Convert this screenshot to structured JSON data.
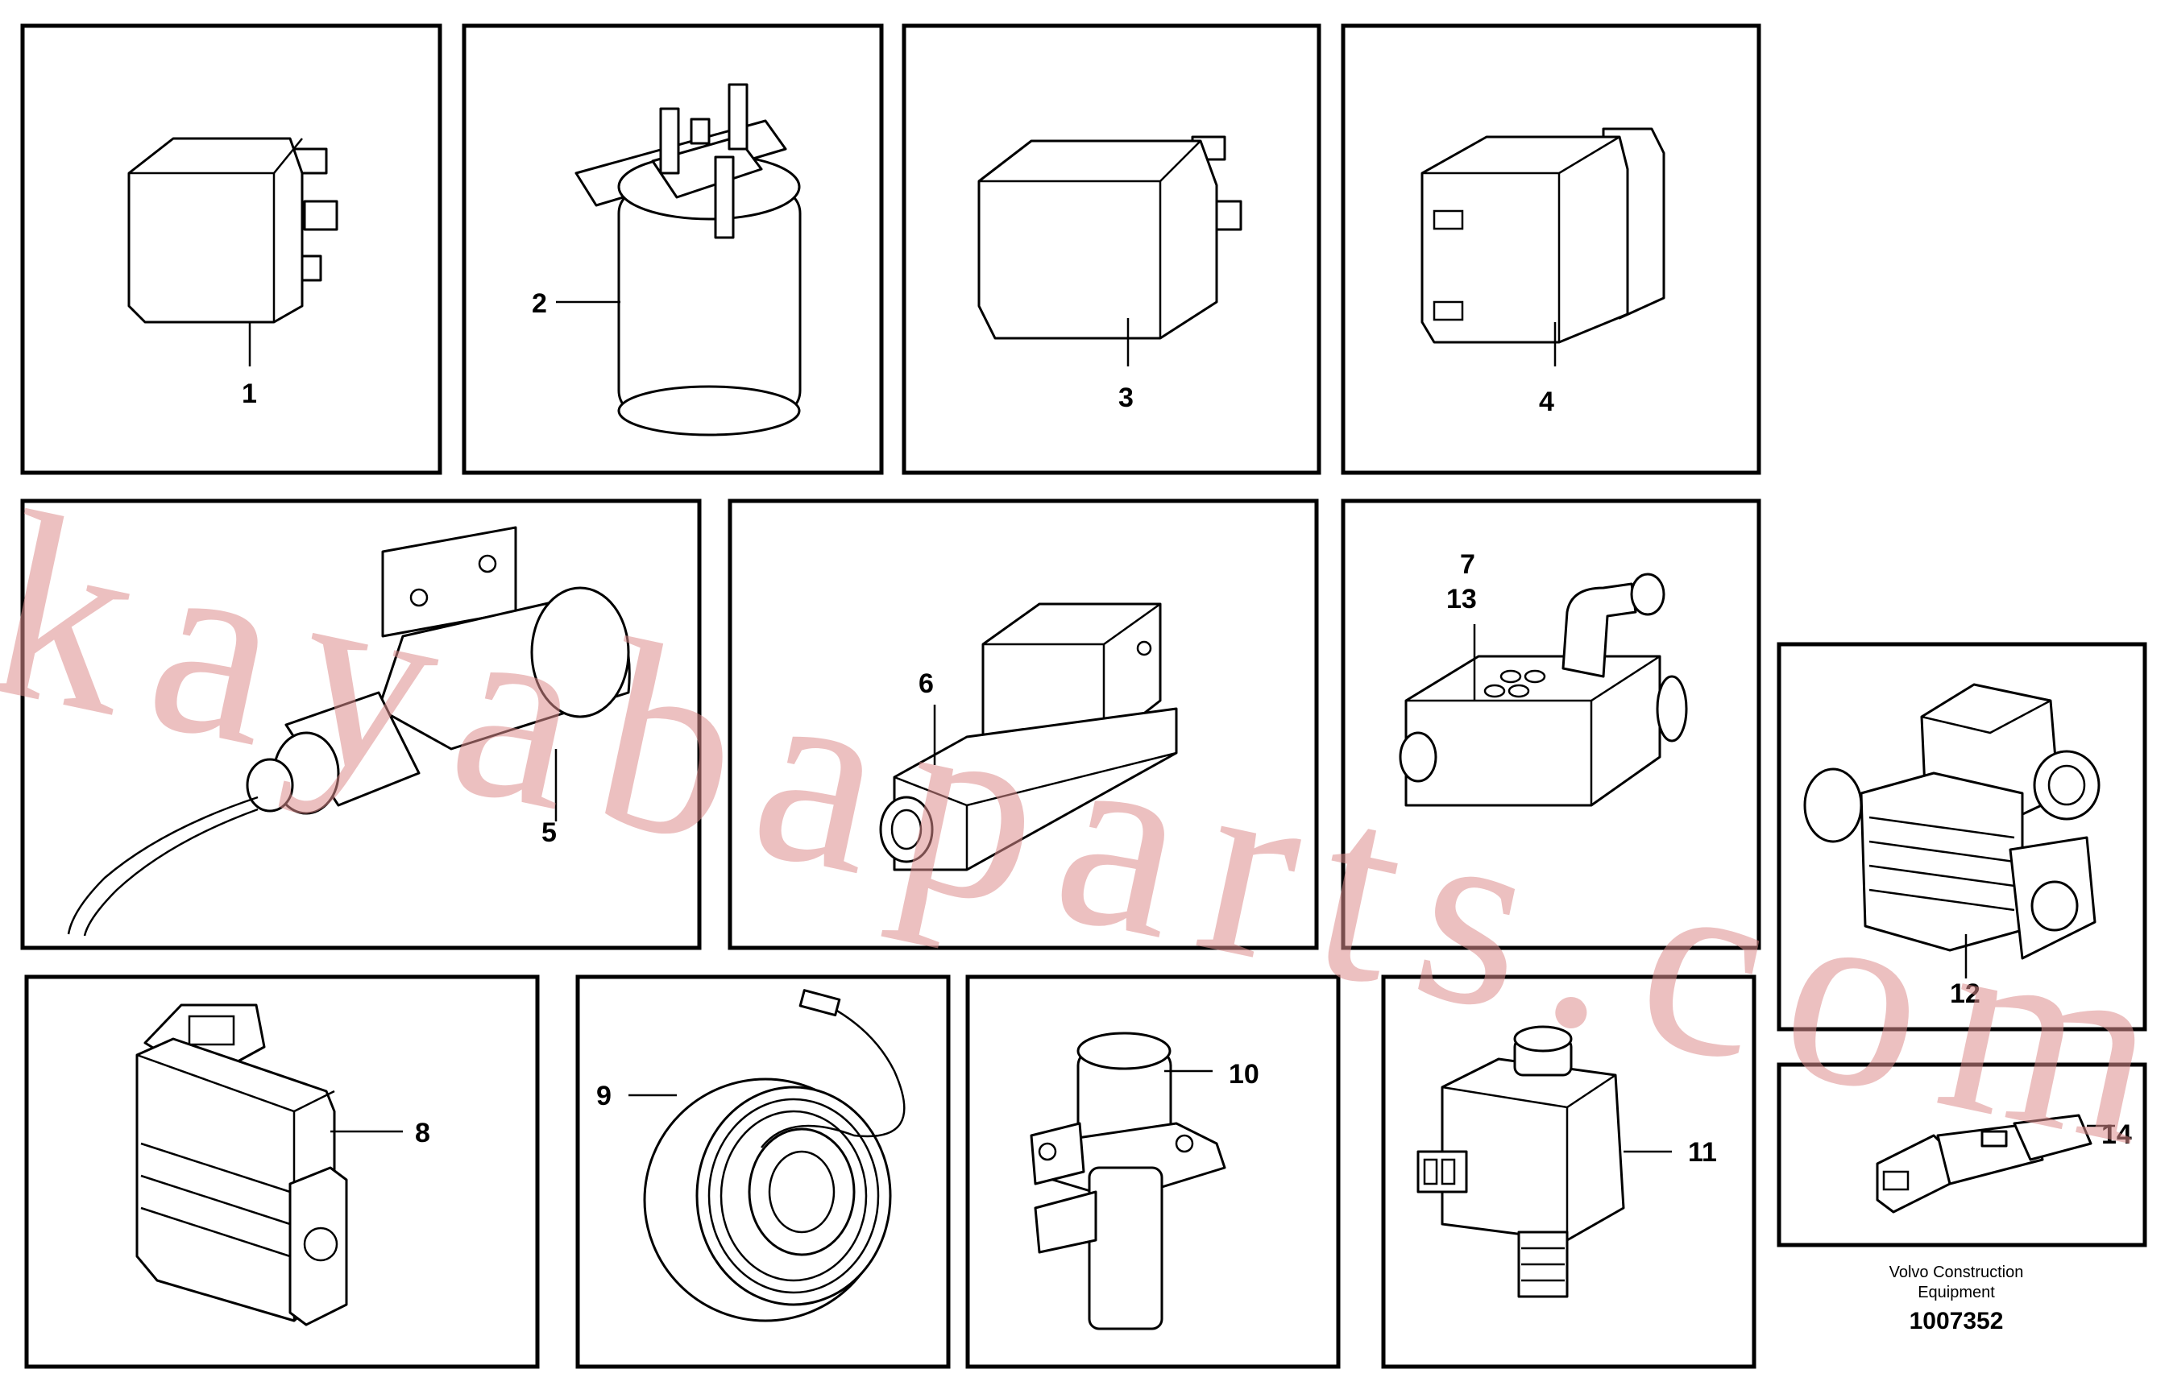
{
  "panels": [
    {
      "callouts": [
        "1"
      ]
    },
    {
      "callouts": [
        "2"
      ]
    },
    {
      "callouts": [
        "3"
      ]
    },
    {
      "callouts": [
        "4"
      ]
    },
    {
      "callouts": [
        "5"
      ]
    },
    {
      "callouts": [
        "6"
      ]
    },
    {
      "callouts": [
        "7",
        "13"
      ]
    },
    {
      "callouts": [
        "12"
      ]
    },
    {
      "callouts": [
        "8"
      ]
    },
    {
      "callouts": [
        "9"
      ]
    },
    {
      "callouts": [
        "10"
      ]
    },
    {
      "callouts": [
        "11"
      ]
    },
    {
      "callouts": [
        "14"
      ]
    }
  ],
  "footer": {
    "company_line1": "Volvo Construction",
    "company_line2": "Equipment",
    "drawing_number": "1007352"
  },
  "watermark_text": "kayabaparts.com",
  "colors": {
    "line": "#000000",
    "watermark": "#e6a0a0",
    "background": "#ffffff"
  }
}
